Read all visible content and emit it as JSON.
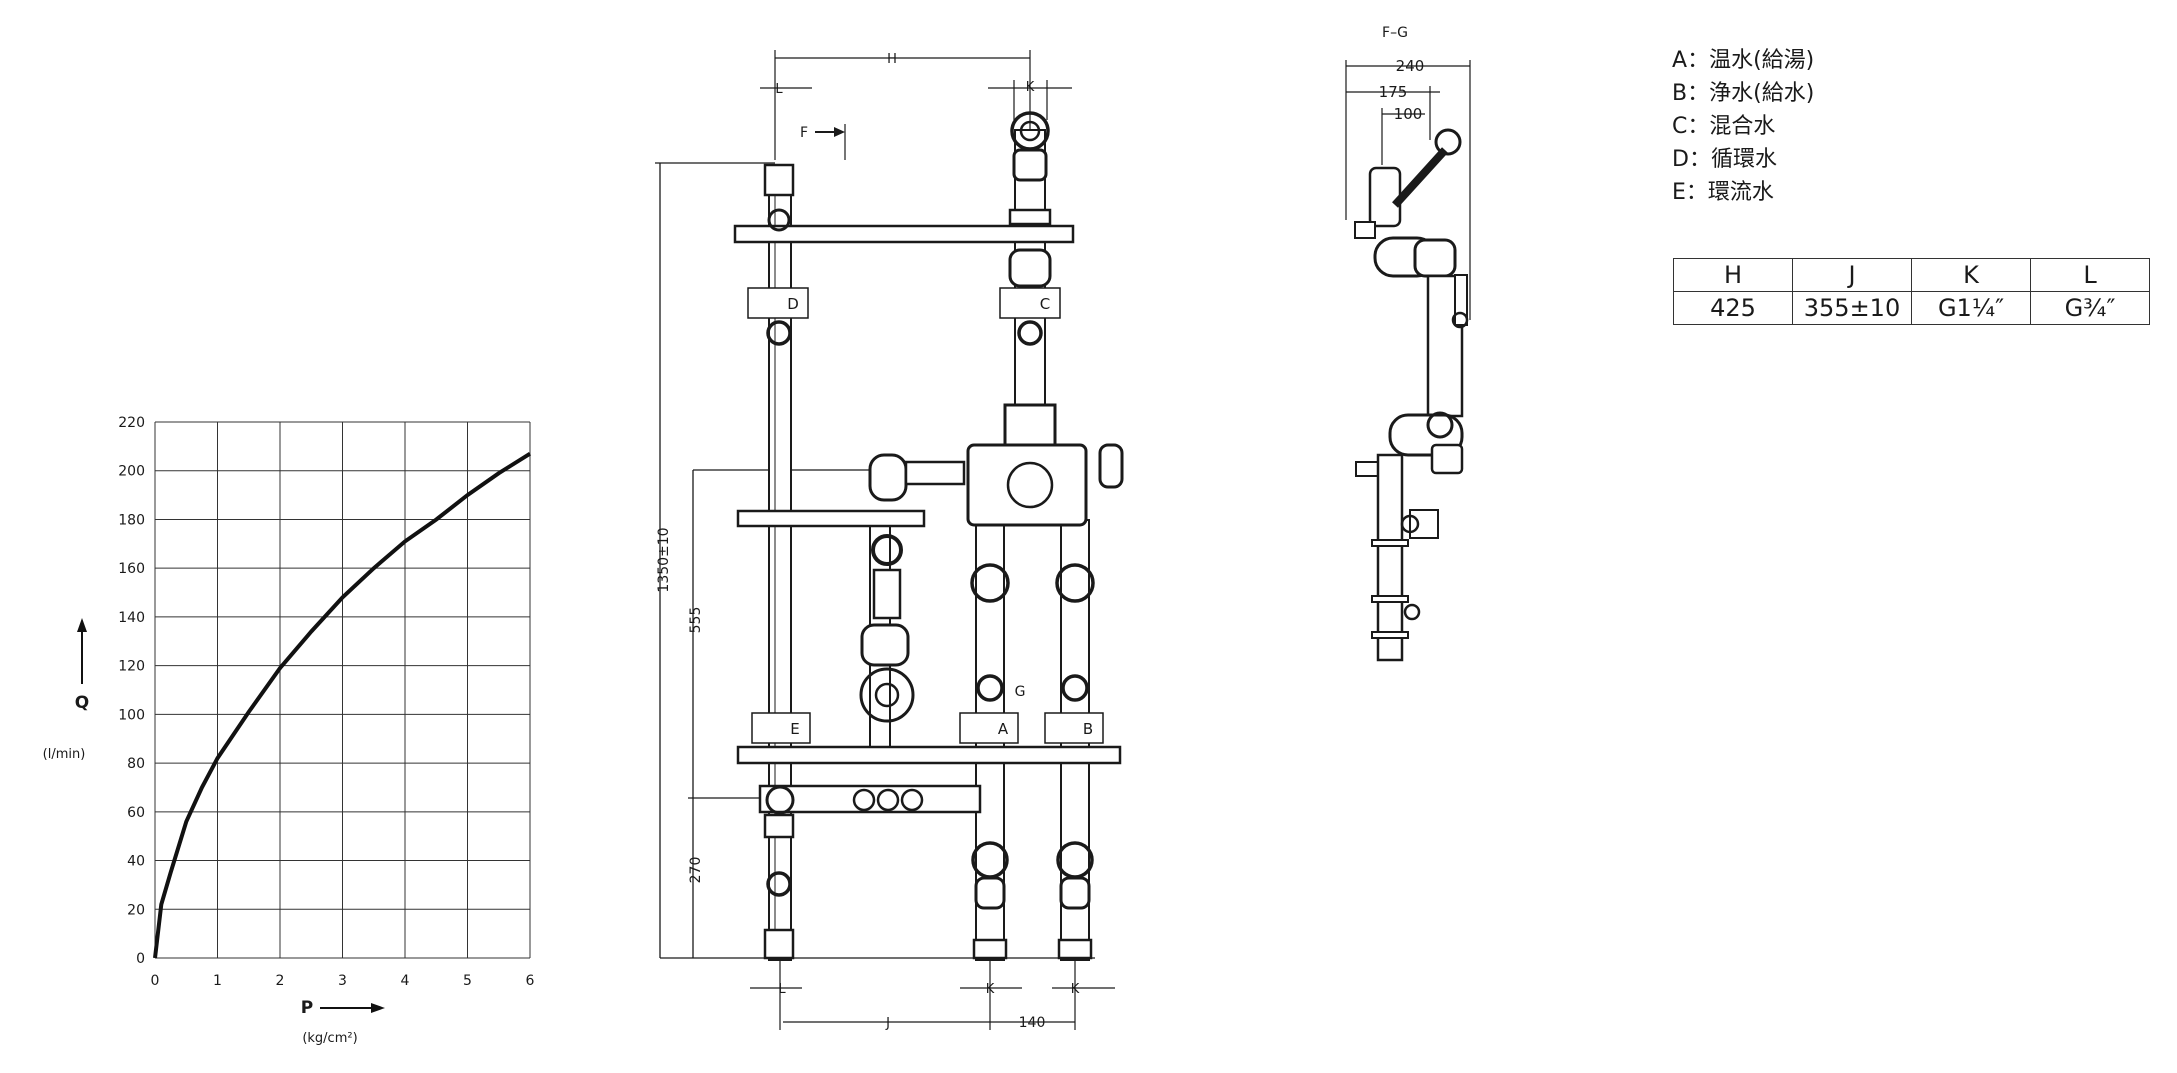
{
  "legend": [
    {
      "key": "A",
      "label": "温水(給湯)"
    },
    {
      "key": "B",
      "label": "浄水(給水)"
    },
    {
      "key": "C",
      "label": "混合水"
    },
    {
      "key": "D",
      "label": "循環水"
    },
    {
      "key": "E",
      "label": "環流水"
    }
  ],
  "spec_table": {
    "headers": [
      "H",
      "J",
      "K",
      "L"
    ],
    "values": [
      "425",
      "355±10",
      "G1¼″",
      "G¾″"
    ]
  },
  "front_view": {
    "labels": {
      "h": "H",
      "k_top": "K",
      "l_top": "L",
      "f": "F",
      "g": "G",
      "j": "J",
      "k1": "K",
      "k2": "K",
      "l_bottom": "L"
    },
    "dims": {
      "total_height": "1350±10",
      "mid_height": "555",
      "low_height": "270",
      "spacing": "140"
    },
    "port_tags": {
      "d": "D",
      "c": "C",
      "e": "E",
      "a": "A",
      "b": "B"
    }
  },
  "side_view": {
    "title": "F–G",
    "dims": {
      "d240": "240",
      "d175": "175",
      "d100": "100"
    }
  },
  "chart_data": {
    "type": "line",
    "x_ticks": [
      "0",
      "1",
      "2",
      "3",
      "4",
      "5",
      "6"
    ],
    "y_ticks": [
      "0",
      "20",
      "40",
      "60",
      "80",
      "100",
      "120",
      "140",
      "160",
      "180",
      "200",
      "220"
    ],
    "xlabel": "P",
    "xunit": "(kg/cm²)",
    "ylabel": "Q",
    "yunit": "(l/min)",
    "xlim": [
      0,
      6
    ],
    "ylim": [
      0,
      220
    ],
    "grid": true,
    "series": [
      {
        "x": [
          0,
          0.1,
          0.25,
          0.5,
          0.75,
          1,
          1.5,
          2,
          2.5,
          3,
          3.5,
          4,
          4.5,
          5,
          5.5,
          6
        ],
        "y": [
          0,
          22,
          35,
          56,
          70,
          82,
          101,
          119,
          134,
          148,
          160,
          171,
          180,
          190,
          199,
          207
        ]
      }
    ]
  }
}
